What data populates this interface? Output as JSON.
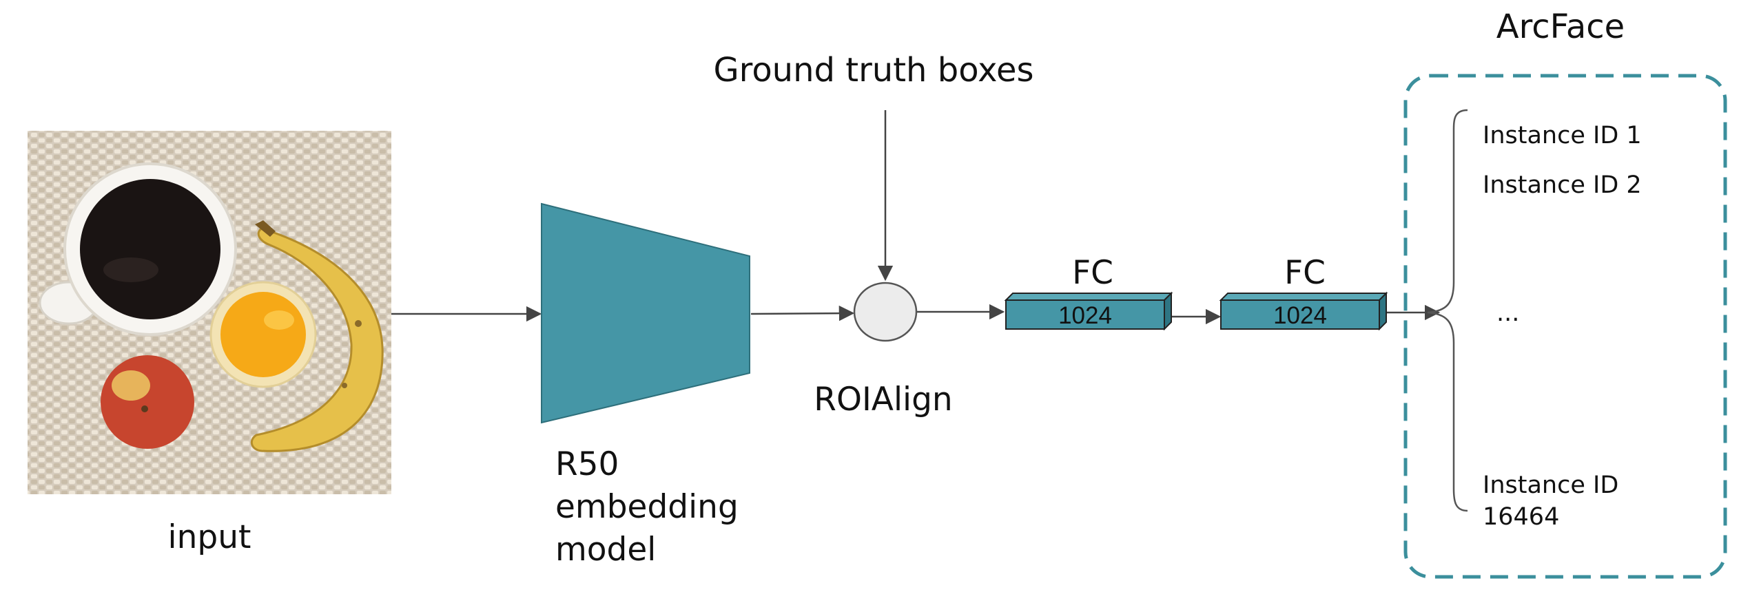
{
  "input": {
    "label": "input"
  },
  "backbone": {
    "lines": [
      "R50",
      "embedding",
      "model"
    ],
    "color": "#4596a6"
  },
  "ground_truth": {
    "label": "Ground truth boxes"
  },
  "roi_align": {
    "label": "ROIAlign"
  },
  "fc_layers": [
    {
      "title": "FC",
      "units": "1024"
    },
    {
      "title": "FC",
      "units": "1024"
    }
  ],
  "arcface": {
    "title": "ArcFace",
    "border_color": "#3b8f9c",
    "items": [
      "Instance ID 1",
      "Instance ID 2",
      "...",
      "Instance ID",
      "16464"
    ]
  },
  "colors": {
    "accent": "#4596a6",
    "line": "#444444",
    "node_fill": "#ececec"
  }
}
